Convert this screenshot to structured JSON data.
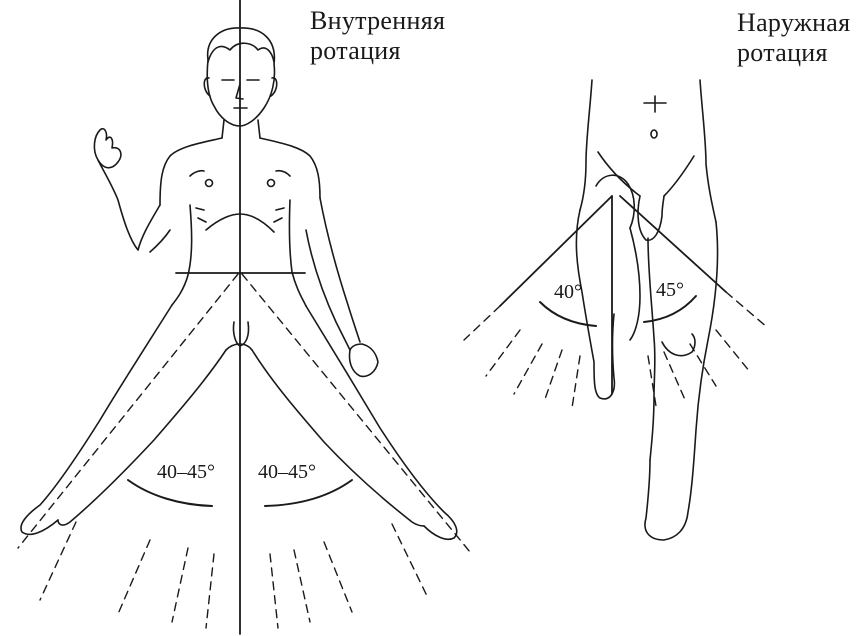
{
  "labels": {
    "internal_rotation": [
      "Внутренняя",
      "ротация"
    ],
    "external_rotation": [
      "Наружная",
      "ротация"
    ]
  },
  "angles": {
    "internal_left": "40–45°",
    "internal_right": "40–45°",
    "external_left": "40°",
    "external_right": "45°"
  },
  "colors": {
    "ink": "#1a1a1a",
    "background": "#ffffff"
  }
}
